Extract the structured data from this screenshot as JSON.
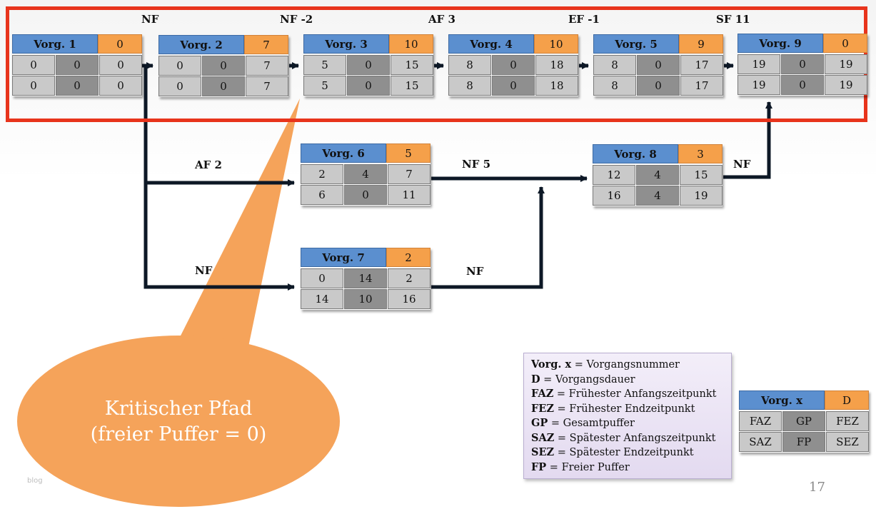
{
  "nodes": {
    "v1": {
      "name": "Vorg. 1",
      "d": "0",
      "faz": "0",
      "gp": "0",
      "fez": "0",
      "saz": "0",
      "fp": "0",
      "sez": "0"
    },
    "v2": {
      "name": "Vorg. 2",
      "d": "7",
      "faz": "0",
      "gp": "0",
      "fez": "7",
      "saz": "0",
      "fp": "0",
      "sez": "7"
    },
    "v3": {
      "name": "Vorg. 3",
      "d": "10",
      "faz": "5",
      "gp": "0",
      "fez": "15",
      "saz": "5",
      "fp": "0",
      "sez": "15"
    },
    "v4": {
      "name": "Vorg. 4",
      "d": "10",
      "faz": "8",
      "gp": "0",
      "fez": "18",
      "saz": "8",
      "fp": "0",
      "sez": "18"
    },
    "v5": {
      "name": "Vorg. 5",
      "d": "9",
      "faz": "8",
      "gp": "0",
      "fez": "17",
      "saz": "8",
      "fp": "0",
      "sez": "17"
    },
    "v9": {
      "name": "Vorg. 9",
      "d": "0",
      "faz": "19",
      "gp": "0",
      "fez": "19",
      "saz": "19",
      "fp": "0",
      "sez": "19"
    },
    "v6": {
      "name": "Vorg. 6",
      "d": "5",
      "faz": "2",
      "gp": "4",
      "fez": "7",
      "saz": "6",
      "fp": "0",
      "sez": "11"
    },
    "v8": {
      "name": "Vorg. 8",
      "d": "3",
      "faz": "12",
      "gp": "4",
      "fez": "15",
      "saz": "16",
      "fp": "4",
      "sez": "19"
    },
    "v7": {
      "name": "Vorg. 7",
      "d": "2",
      "faz": "0",
      "gp": "14",
      "fez": "2",
      "saz": "14",
      "fp": "10",
      "sez": "16"
    },
    "legend_node": {
      "name": "Vorg. x",
      "d": "D",
      "faz": "FAZ",
      "gp": "GP",
      "fez": "FEZ",
      "saz": "SAZ",
      "fp": "FP",
      "sez": "SEZ"
    }
  },
  "relations": {
    "r1_2": "NF",
    "r2_3": "NF -2",
    "r3_4": "AF 3",
    "r4_5": "EF -1",
    "r5_9": "SF 11",
    "r1_6": "AF 2",
    "r6_8": "NF 5",
    "r8_9": "NF",
    "r1_7": "NF",
    "r7_8": "NF"
  },
  "callout": {
    "line1": "Kritischer Pfad",
    "line2": "(freier Puffer = 0)"
  },
  "legend": {
    "items": [
      {
        "key": "Vorg. x",
        "desc": " = Vorgangsnummer"
      },
      {
        "key": "D",
        "desc": " = Vorgangsdauer"
      },
      {
        "key": "FAZ",
        "desc": " = Frühester Anfangszeitpunkt"
      },
      {
        "key": "FEZ",
        "desc": " = Frühester Endzeitpunkt"
      },
      {
        "key": "GP",
        "desc": " = Gesamtpuffer"
      },
      {
        "key": "SAZ",
        "desc": " = Spätester Anfangszeitpunkt"
      },
      {
        "key": "SEZ",
        "desc": " = Spätester Endzeitpunkt"
      },
      {
        "key": "FP",
        "desc": " = Freier Puffer"
      }
    ]
  },
  "footer": {
    "page_number": "17",
    "watermark": "blog"
  },
  "colors": {
    "name_cell": "#5b8fcf",
    "duration_cell": "#f5a04a",
    "critical_frame": "#e8341c",
    "callout": "#f5a35a"
  }
}
